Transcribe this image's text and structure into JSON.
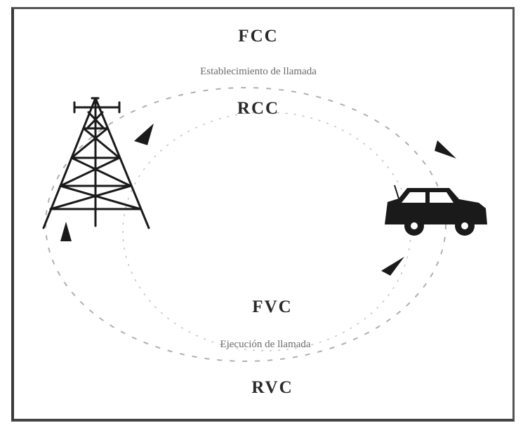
{
  "diagram": {
    "labels": {
      "fcc": "FCC",
      "setup": "Establecimiento de llamada",
      "rcc": "RCC",
      "fvc": "FVC",
      "execution": "Ejecución de llamada",
      "rvc": "RVC"
    },
    "nodes": {
      "tower": "transmission-tower-icon",
      "car": "car-icon"
    },
    "colors": {
      "ink": "#1a1a1a",
      "dashed_line": "#9a9a9a",
      "frame": "#4a4a4a"
    }
  }
}
